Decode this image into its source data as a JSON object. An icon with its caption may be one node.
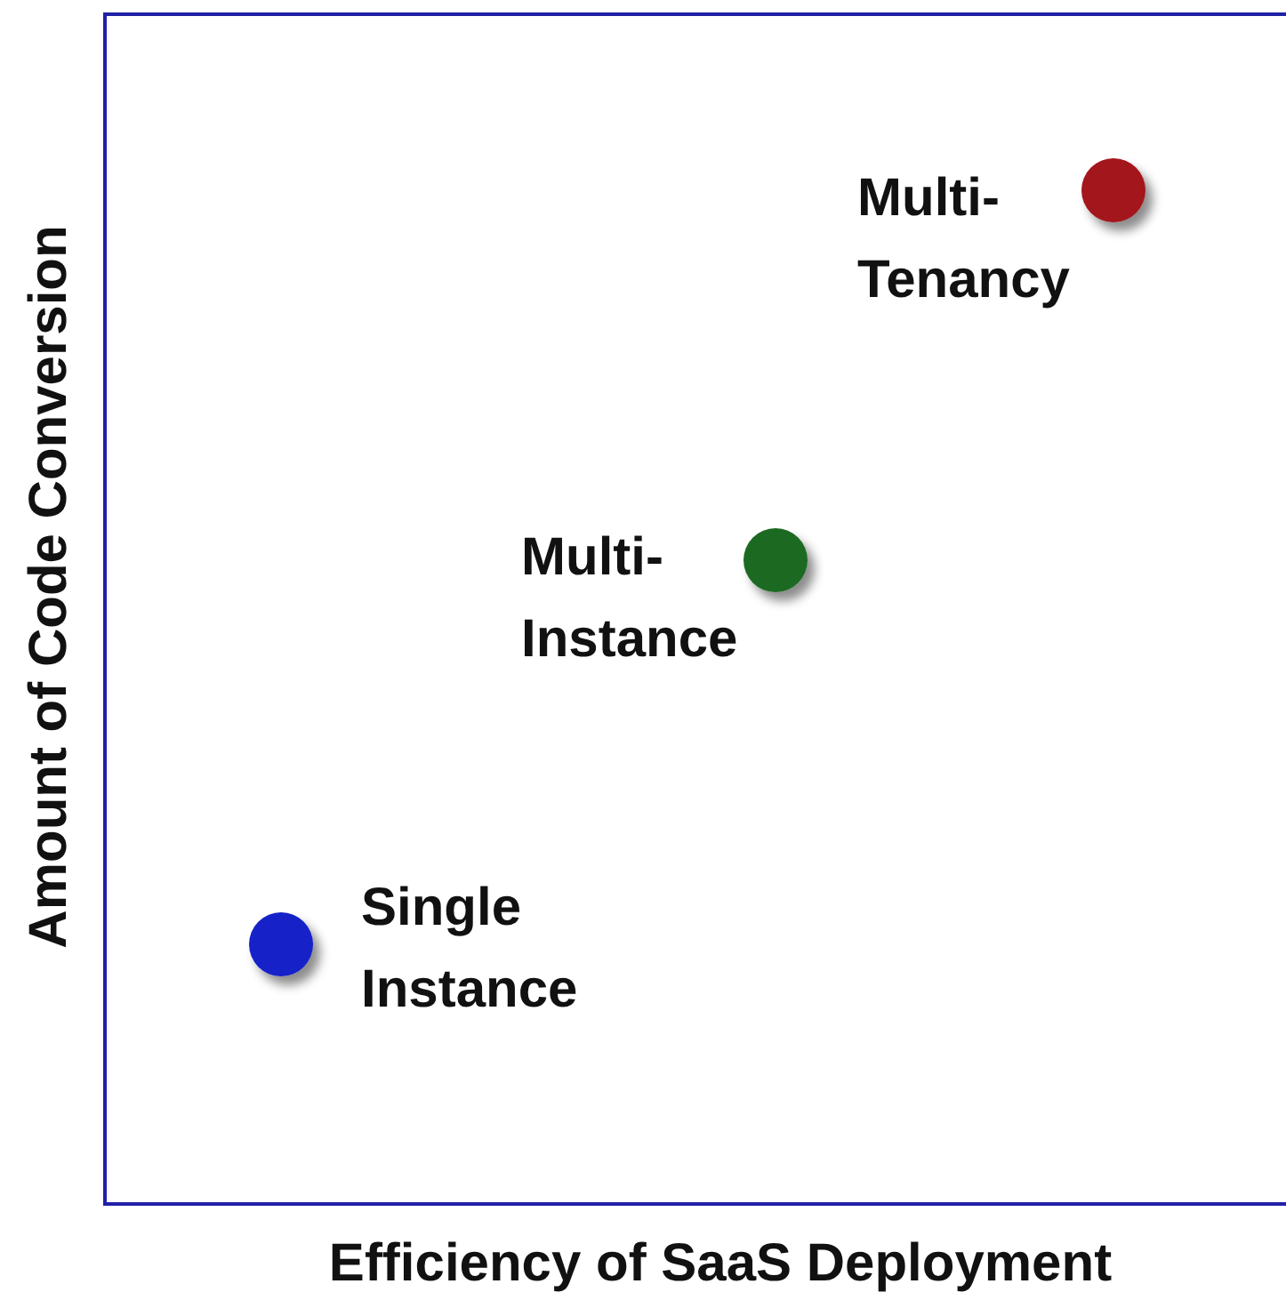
{
  "diagram": {
    "nodes": [
      {
        "text": [],
        "shape": "circle",
        "beside": [
          "Multi- Tenancy"
        ]
      },
      {
        "text": [],
        "shape": "circle",
        "beside": [
          "Multi- Instance"
        ]
      },
      {
        "text": [],
        "shape": "circle",
        "beside": [
          "Single Instance"
        ]
      }
    ],
    "labels": [
      "Amount of Code Conversion",
      "Efficiency of SaaS Deployment"
    ]
  }
}
